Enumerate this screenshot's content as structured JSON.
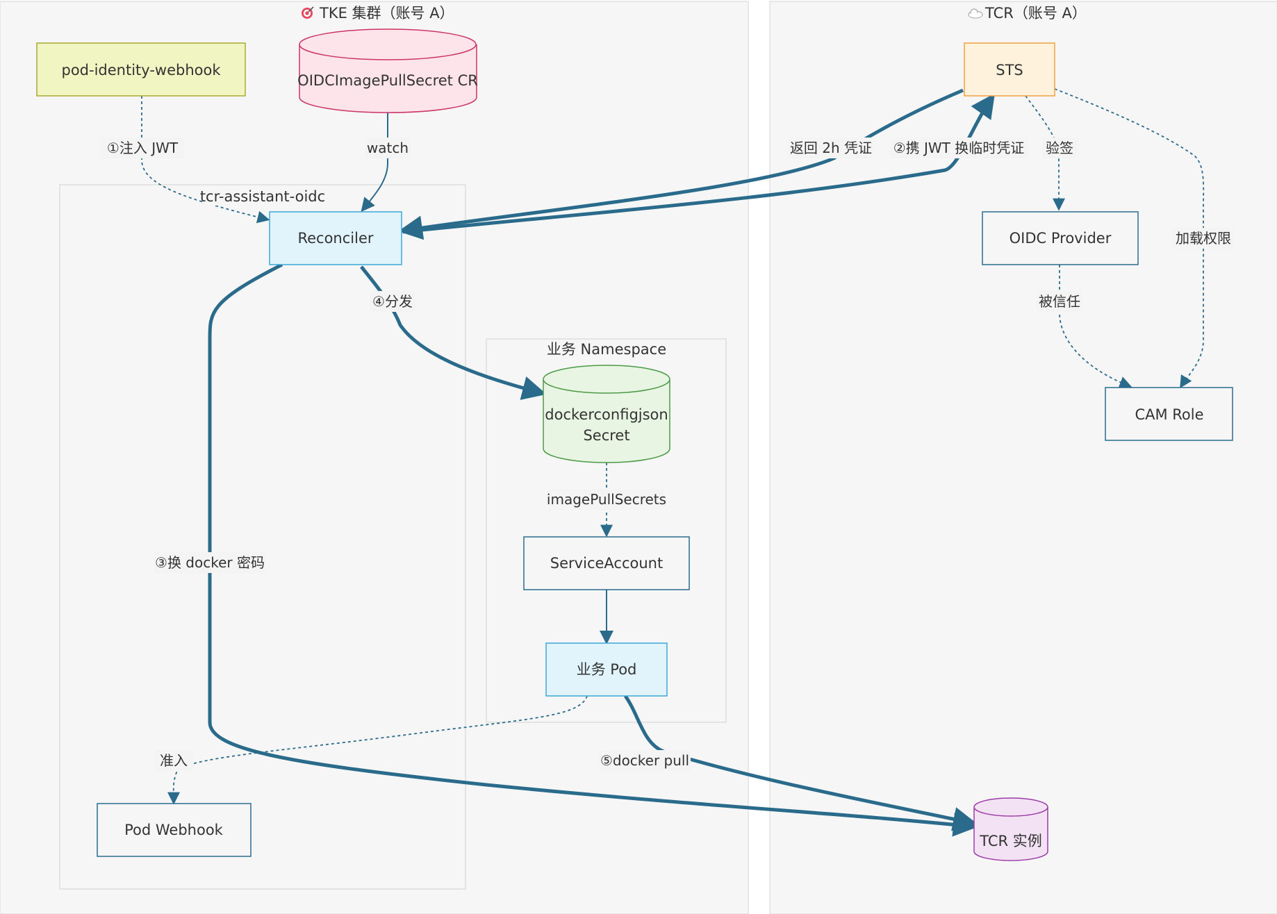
{
  "clusters": {
    "tke": {
      "title": "TKE 集群（账号 A）",
      "icon": "target-icon"
    },
    "tcr": {
      "title": "TCR（账号 A）",
      "icon": "cloud-icon"
    },
    "oidc": {
      "title": "tcr-assistant-oidc"
    },
    "ns": {
      "title": "业务 Namespace"
    }
  },
  "nodes": {
    "webhook": "pod-identity-webhook",
    "cr": "OIDCImagePullSecret CR",
    "reconciler": "Reconciler",
    "secret_line1": "dockerconfigjson",
    "secret_line2": "Secret",
    "sa": "ServiceAccount",
    "pod": "业务 Pod",
    "podwebhook": "Pod Webhook",
    "sts": "STS",
    "oidc_provider": "OIDC Provider",
    "cam_role": "CAM Role",
    "tcr_instance": "TCR 实例"
  },
  "edges": {
    "inject_jwt": "①注入 JWT",
    "watch": "watch",
    "exchange_jwt": "②携 JWT 换临时凭证",
    "return_cred": "返回 2h 凭证",
    "verify": "验签",
    "load_perm": "加载权限",
    "trusted": "被信任",
    "distribute": "④分发",
    "image_pull_secrets": "imagePullSecrets",
    "exchange_docker": "③换 docker 密码",
    "admission": "准入",
    "docker_pull": "⑤docker pull"
  },
  "colors": {
    "edge_strong": "#2a6b8c",
    "edge_dashed": "#2a6b8c",
    "cluster_bg": "#f6f6f6",
    "cluster_border": "#e2e2e2"
  }
}
